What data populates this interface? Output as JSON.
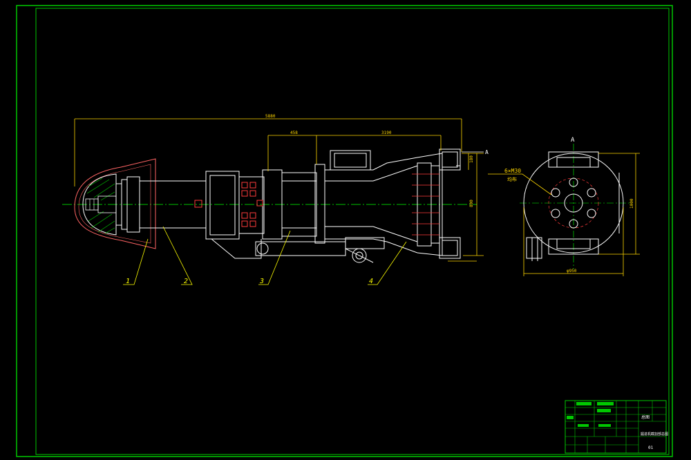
{
  "drawing": {
    "section_mark": "A",
    "view_label": "A",
    "total_length": "5880",
    "dim_left": "458",
    "dim_right": "3190",
    "dim_width": "800",
    "dim_small": "180",
    "dim_diameter": "φ950",
    "dim_height": "1000",
    "bolt_spec": "6×M30",
    "bolt_note": "均布",
    "callouts": [
      "1",
      "2",
      "3",
      "4"
    ]
  },
  "colors": {
    "frame": "#00c800",
    "outline": "#ffffff",
    "dimension": "#ffd700",
    "centerline": "#00ff00",
    "hatch": "#00c800",
    "bolts": "#ff3b3b",
    "leader": "#ffff00",
    "cover": "#ff6464"
  },
  "title_block": {
    "drawing_number": "01",
    "title_left": "总图",
    "title_name": "掘进机截割部总图"
  }
}
